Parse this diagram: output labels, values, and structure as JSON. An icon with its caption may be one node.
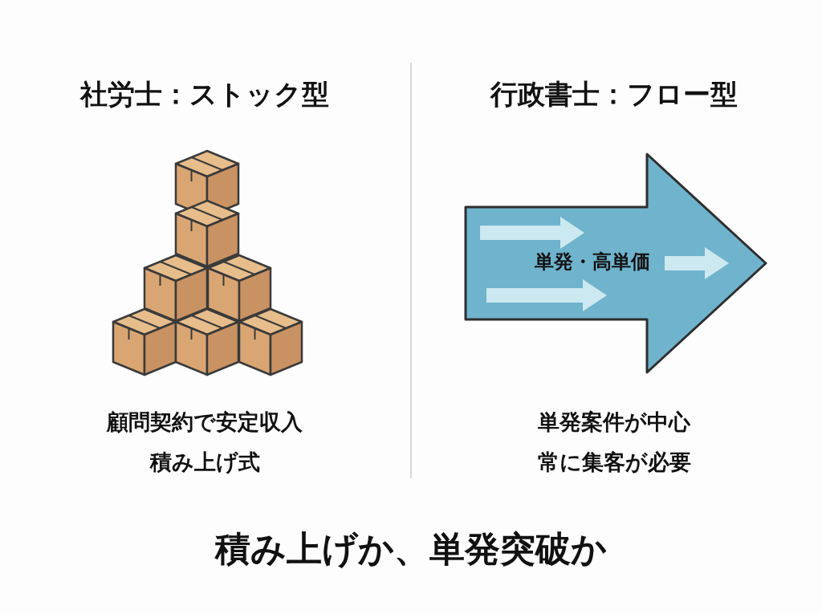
{
  "diagram": {
    "caption": "積み上げか、単発突破か",
    "nodes": [
      {
        "text": [
          "単発・高単価"
        ]
      }
    ],
    "labels": [
      "社労士：ストック型",
      "行政書士：フロー型",
      "顧問契約で安定収入",
      "積み上げ式",
      "単発案件が中心",
      "常に集客が必要"
    ]
  }
}
